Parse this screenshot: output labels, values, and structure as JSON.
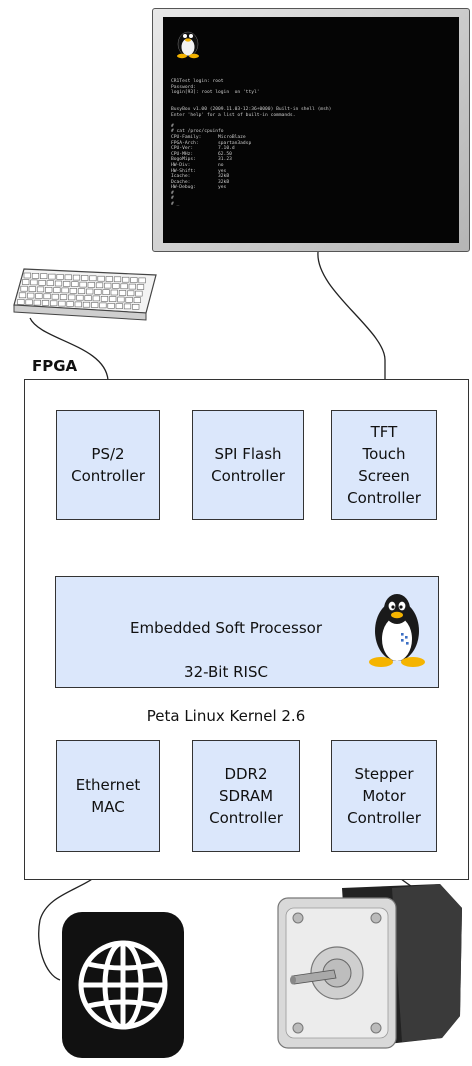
{
  "fpga_label": "FPGA",
  "blocks": {
    "ps2": "PS/2\nController",
    "spi": "SPI Flash\nController",
    "tft": "TFT\nTouch\nScreen\nController",
    "ethernet": "Ethernet\nMAC",
    "ddr2": "DDR2\nSDRAM\nController",
    "stepper": "Stepper\nMotor\nController"
  },
  "processor": {
    "line1": "Embedded Soft Processor",
    "line2": "32-Bit RISC",
    "line3": "Peta Linux Kernel 2.6"
  },
  "terminal_lines": [
    "CR1Test login: root",
    "Password:",
    "login[93]: root login  on 'ttyl'",
    "",
    "",
    "BusyBox v1.00 (2009.11.03-12:36+0000) Built-in shell (msh)",
    "Enter 'help' for a list of built-in commands.",
    "",
    "#",
    "# cat /proc/cpuinfo",
    "CPU-Family:      MicroBlaze",
    "FPGA-Arch:       spartan3adsp",
    "CPU-Ver:         7.10.d",
    "CPU-MHz:         62.50",
    "BogoMips:        31.23",
    "HW-Div:          no",
    "HW-Shift:        yes",
    "Icache:          32kB",
    "Dcache:          32kB",
    "HW-Debug:        yes",
    "#",
    "#",
    "# _"
  ],
  "icons": [
    "monitor-icon",
    "tux-penguin-icon",
    "keyboard-icon",
    "globe-icon",
    "stepper-motor-icon"
  ],
  "colors": {
    "block_fill": "#dbe7fb",
    "border": "#333333",
    "screen": "#050505"
  }
}
